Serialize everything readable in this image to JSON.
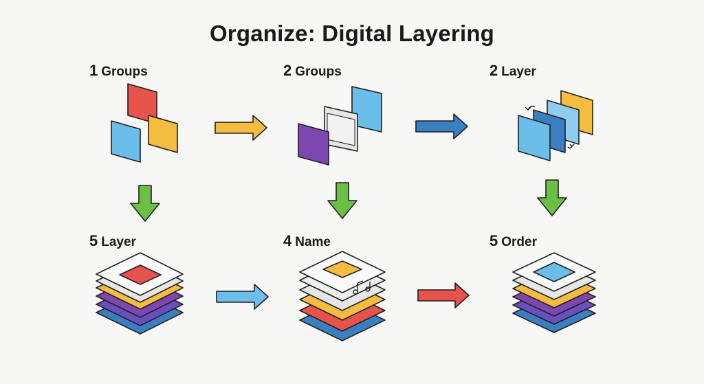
{
  "title": "Organize: Digital Layering",
  "steps": [
    {
      "num": "1",
      "label": "Groups"
    },
    {
      "num": "2",
      "label": "Groups"
    },
    {
      "num": "2",
      "label": "Layer"
    },
    {
      "num": "5",
      "label": "Layer"
    },
    {
      "num": "4",
      "label": "Name"
    },
    {
      "num": "5",
      "label": "Order"
    }
  ],
  "colors": {
    "red": "#e5534b",
    "yellow": "#f4bd3f",
    "blue_light": "#6bbdea",
    "blue_dark": "#3a7fc1",
    "purple": "#7e47b0",
    "green": "#6cbf45",
    "gray": "#e6e6e6",
    "outline": "#1f1f1f",
    "background": "#f7f7f5"
  },
  "arrows": [
    {
      "from": "step-1",
      "to": "step-2",
      "color": "yellow"
    },
    {
      "from": "step-2",
      "to": "step-3",
      "color": "blue_dark"
    },
    {
      "from": "step-1",
      "to": "step-4",
      "color": "green"
    },
    {
      "from": "step-2",
      "to": "step-5",
      "color": "green"
    },
    {
      "from": "step-3",
      "to": "step-6",
      "color": "green"
    },
    {
      "from": "step-4",
      "to": "step-5",
      "color": "blue_light"
    },
    {
      "from": "step-5",
      "to": "step-6",
      "color": "red"
    }
  ]
}
